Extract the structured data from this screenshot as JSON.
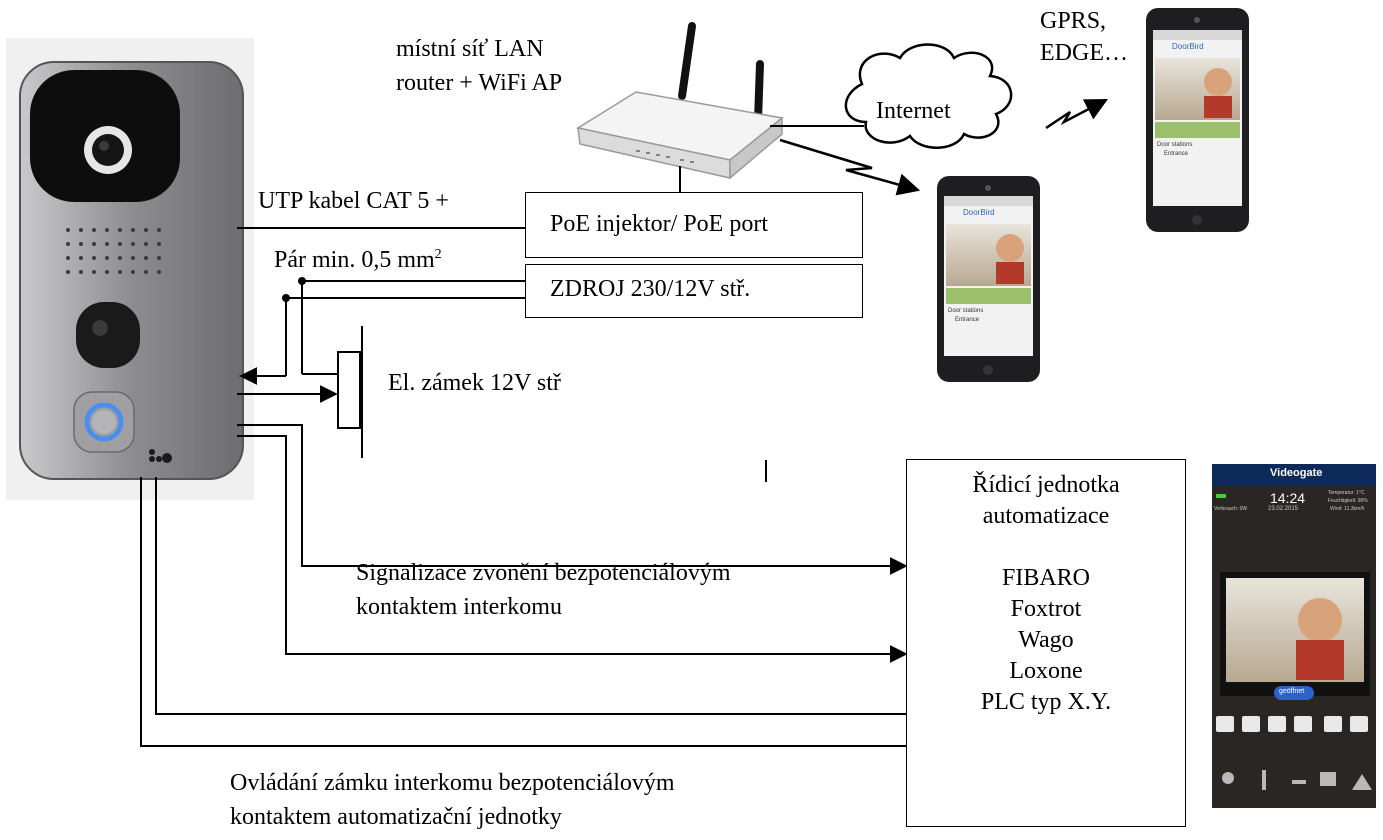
{
  "labels": {
    "lan_line1": "místní síť LAN",
    "lan_line2": "router + WiFi AP",
    "gprs_line1": "GPRS,",
    "gprs_line2": "EDGE…",
    "internet": "Internet",
    "utp": "UTP kabel CAT 5 +",
    "pair_prefix": "Pár min. 0,5 mm",
    "pair_sup": "2",
    "lock": "El. zámek 12V stř",
    "signal_line1": "Signalizace zvonění bezpotenciálovým",
    "signal_line2": "kontaktem interkomu",
    "control_line1": "Ovládání zámku interkomu bezpotenciálovým",
    "control_line2": "kontaktem automatizační jednotky"
  },
  "boxes": {
    "poe": "PoE injektor/ PoE port",
    "psu": "ZDROJ 230/12V stř.",
    "controller": {
      "title1": "Řídicí jednotka",
      "title2": "automatizace",
      "items": [
        "FIBARO",
        "Foxtrot",
        "Wago",
        "Loxone",
        "PLC typ X.Y."
      ]
    }
  },
  "phone_app": {
    "brand": "DoorBird",
    "station_header": "Door stations",
    "station": "Entrance"
  },
  "tablet_app": {
    "title": "Videogate",
    "time": "14:24",
    "date": "23.02.2015",
    "consumption": "Verbrauch: 0W",
    "temperature": "Temperatur: 1°C",
    "humidity": "Feuchtigkeit: 96%",
    "wind": "Wind: 11.3km/h",
    "door_button": "geöffnet"
  },
  "colors": {
    "intercom_body": "#8a8a8c",
    "button_ring": "#4a8ff0",
    "tablet_bg": "#2a2624",
    "tablet_header": "#0d2a5a"
  }
}
